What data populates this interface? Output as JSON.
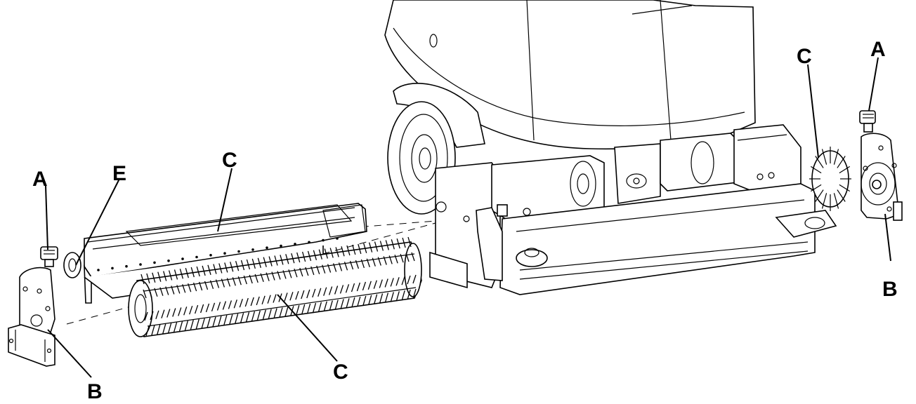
{
  "labels": {
    "left_a": "A",
    "left_e": "E",
    "left_c_top": "C",
    "left_b": "B",
    "center_c_bottom": "C",
    "right_c": "C",
    "right_a": "A",
    "right_b": "B"
  },
  "colors": {
    "ink": "#000000",
    "paper": "#ffffff"
  }
}
